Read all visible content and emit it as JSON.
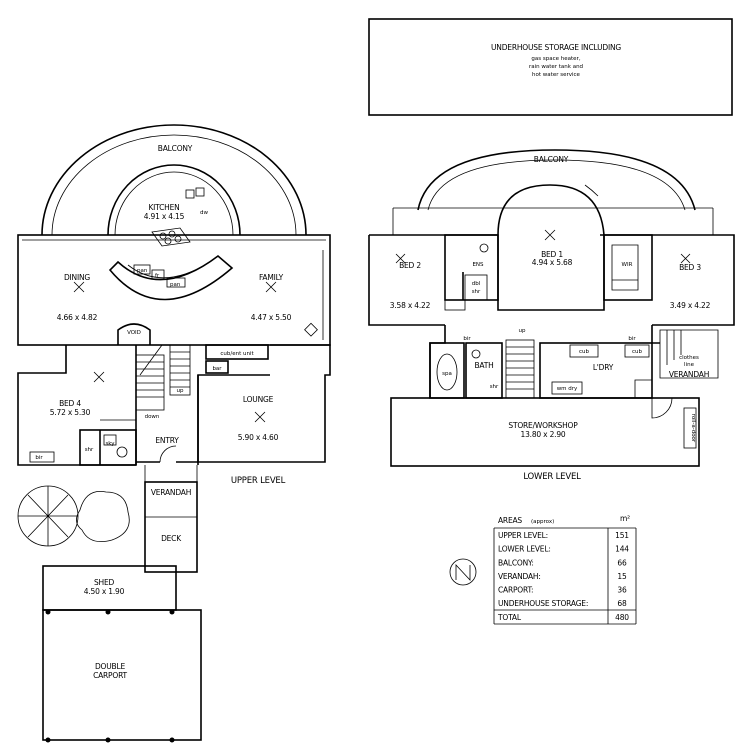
{
  "storage_note": {
    "line1": "UNDERHOUSE STORAGE INCLUDING",
    "line2": "gas space heater,",
    "line3": "rain water tank and",
    "line4": "hot water service"
  },
  "upper": {
    "balcony": "BALCONY",
    "kitchen": "KITCHEN",
    "kitchen_dim": "4.91 x 4.15",
    "dw": "dw",
    "pan1": "pan",
    "fr": "fr",
    "pan2": "pan",
    "dining": "DINING",
    "dining_dim": "4.66 x 4.82",
    "family": "FAMILY",
    "family_dim": "4.47 x 5.50",
    "void": "VOID",
    "cub_ent": "cub/ent unit",
    "bar": "bar",
    "up": "up",
    "down": "down",
    "bed4": "BED 4",
    "bed4_dim": "5.72 x 5.30",
    "shr": "shr",
    "sky": "sky",
    "bir": "bir",
    "entry": "ENTRY",
    "lounge": "LOUNGE",
    "lounge_dim": "5.90 x 4.60",
    "level": "UPPER LEVEL",
    "verandah": "VERANDAH",
    "deck": "DECK",
    "shed": "SHED",
    "shed_dim": "4.50 x 1.90",
    "carport1": "DOUBLE",
    "carport2": "CARPORT"
  },
  "lower": {
    "balcony": "BALCONY",
    "bed1": "BED 1",
    "bed1_dim": "4.94 x 5.68",
    "bed2": "BED 2",
    "bed2_dim": "3.58 x 4.22",
    "ens": "ENS",
    "dbl1": "dbl",
    "dbl2": "shr",
    "wir": "WIR",
    "bed3": "BED 3",
    "bed3_dim": "3.49 x 4.22",
    "bir_left": "bir",
    "bir_right": "bir",
    "up": "up",
    "cub1": "cub",
    "cub2": "cub",
    "spa": "spa",
    "bath": "BATH",
    "shr": "shr",
    "ldry": "L'DRY",
    "wm_dry": "wm dry",
    "clothes1": "clothes",
    "clothes2": "line",
    "verandah": "VERANDAH",
    "store": "STORE/WORKSHOP",
    "store_dim": "13.80 x 2.90",
    "roll1": "roll-a-door",
    "level": "LOWER LEVEL"
  },
  "areas": {
    "header": "AREAS",
    "header_note": "(approx)",
    "unit": "m²",
    "rows": [
      {
        "label": "UPPER LEVEL:",
        "value": "151"
      },
      {
        "label": "LOWER LEVEL:",
        "value": "144"
      },
      {
        "label": "BALCONY:",
        "value": "66"
      },
      {
        "label": "VERANDAH:",
        "value": "15"
      },
      {
        "label": "CARPORT:",
        "value": "36"
      },
      {
        "label": "UNDERHOUSE STORAGE:",
        "value": "68"
      }
    ],
    "total_label": "TOTAL",
    "total_value": "480"
  },
  "compass": {
    "letter": "N"
  }
}
